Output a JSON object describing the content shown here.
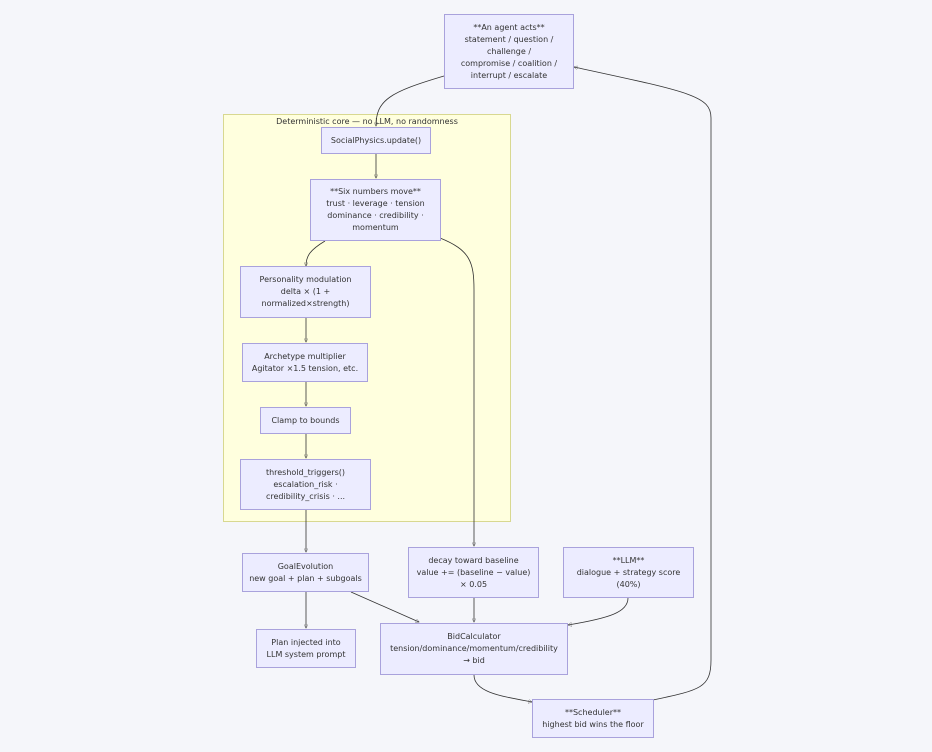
{
  "cluster": {
    "label": "Deterministic core — no LLM, no randomness"
  },
  "nodes": {
    "agent_acts": [
      "**An agent acts**",
      "statement / question /",
      "challenge /",
      "compromise / coalition /",
      "interrupt / escalate"
    ],
    "social_update": [
      "SocialPhysics.update()"
    ],
    "six_numbers": [
      "**Six numbers move**",
      "trust · leverage · tension",
      "dominance · credibility ·",
      "momentum"
    ],
    "personality": [
      "Personality modulation",
      "delta × (1 +",
      "normalized×strength)"
    ],
    "archetype": [
      "Archetype multiplier",
      "Agitator ×1.5 tension, etc."
    ],
    "clamp": [
      "Clamp to bounds"
    ],
    "threshold": [
      "threshold_triggers()",
      "escalation_risk ·",
      "credibility_crisis · ..."
    ],
    "goal_evolution": [
      "GoalEvolution",
      "new goal + plan + subgoals"
    ],
    "plan_injected": [
      "Plan injected into",
      "LLM system prompt"
    ],
    "decay": [
      "decay toward baseline",
      "value += (baseline − value)",
      "× 0.05"
    ],
    "llm": [
      "**LLM**",
      "dialogue + strategy score",
      "(40%)"
    ],
    "bid_calculator": [
      "BidCalculator",
      "tension/dominance/momentum/credibility",
      "→ bid"
    ],
    "scheduler": [
      "**Scheduler**",
      "highest bid wins the floor"
    ]
  },
  "colors": {
    "node_fill": "#ececff",
    "node_stroke": "#a9a2dc",
    "cluster_fill": "#ffffde",
    "cluster_stroke": "#d8d890",
    "edge": "#333333",
    "background": "#f5f6fa"
  }
}
